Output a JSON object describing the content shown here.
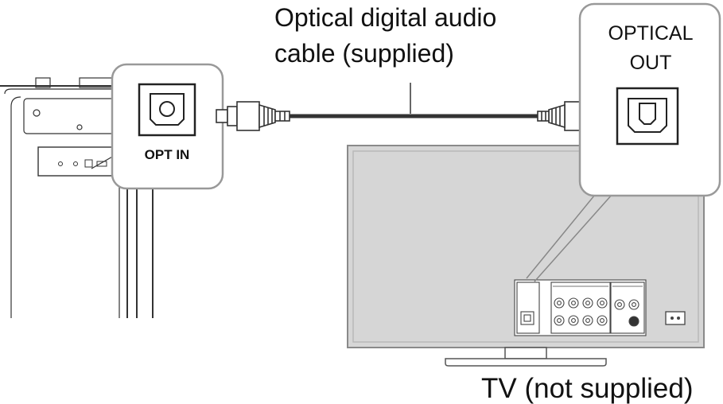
{
  "labels": {
    "cable": [
      "Optical digital audio",
      "cable (supplied)"
    ],
    "opt_in": "OPT IN",
    "optical_out": [
      "OPTICAL",
      "OUT"
    ],
    "tv": "TV (not supplied)"
  },
  "colors": {
    "stroke": "#333333",
    "panel_fill": "#ffffff",
    "tv_screen": "#d6d6d6",
    "tv_frame": "#b9b9b9"
  }
}
